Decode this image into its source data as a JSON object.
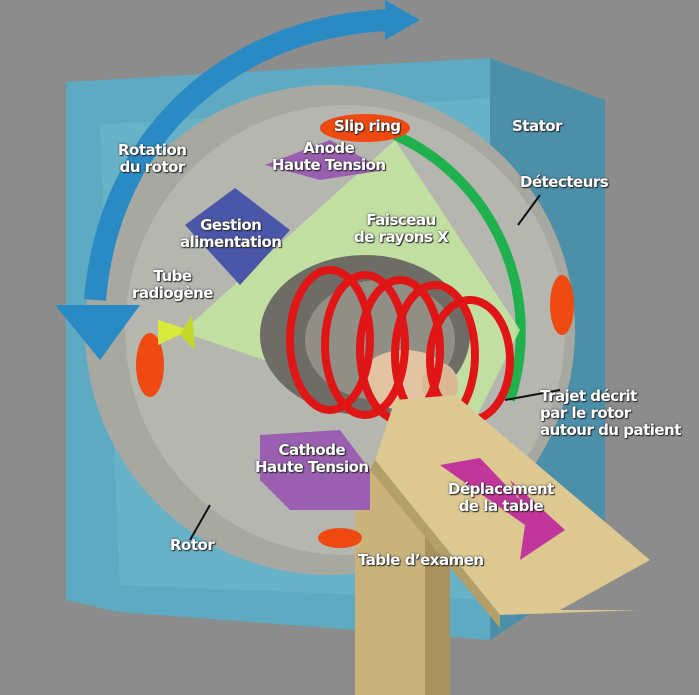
{
  "labels": {
    "slip_ring": "Slip ring",
    "stator": "Stator",
    "anode": [
      "Anode",
      "Haute Tension"
    ],
    "rotation": [
      "Rotation",
      "du rotor"
    ],
    "detectors": "Détecteurs",
    "power": [
      "Gestion",
      "alimentation"
    ],
    "beam": [
      "Faisceau",
      "de rayons X"
    ],
    "tube": [
      "Tube",
      "radiogène"
    ],
    "path": [
      "Trajet décrit",
      "par le rotor",
      "autour du patient"
    ],
    "cathode": [
      "Cathode",
      "Haute Tension"
    ],
    "table_move": [
      "Déplacement",
      "de la table"
    ],
    "rotor": "Rotor",
    "table": "Table d’examen"
  },
  "colors": {
    "background": "#8c8c8c",
    "stator": "#5aa6c0",
    "rotor": "#a9a9a3",
    "beam": "#bfe39a",
    "detectors": "#1fb14e",
    "helix": "#e01515",
    "table": "#dcc890",
    "arrow": "#2a8ac4"
  }
}
